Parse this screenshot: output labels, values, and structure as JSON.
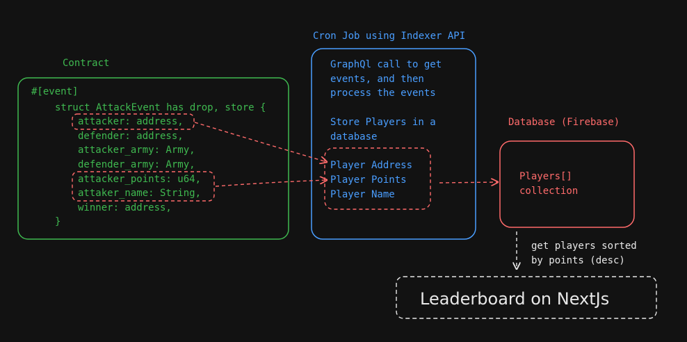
{
  "contract": {
    "title": "Contract",
    "code": [
      "#[event]",
      "struct AttackEvent has drop, store {",
      "attacker: address,",
      "defender: address,",
      "attacker_army: Army,",
      "defender_army: Army,",
      "attacker_points: u64,",
      "attaker_name: String,",
      "winner: address,",
      "}"
    ]
  },
  "cron": {
    "title": "Cron Job using Indexer API",
    "description": [
      "GraphQl call to get",
      "events, and then",
      "process the events",
      "",
      "Store Players in a",
      "database"
    ],
    "fields": [
      "Player Address",
      "Player Points",
      "Player Name"
    ]
  },
  "database": {
    "title": "Database (Firebase)",
    "content": [
      "Players[]",
      "collection"
    ]
  },
  "query_note": [
    "get players sorted",
    "by points (desc)"
  ],
  "leaderboard": {
    "label": "Leaderboard on NextJs"
  },
  "colors": {
    "background": "#121212",
    "green": "#3fb950",
    "blue": "#4a9eff",
    "red": "#ff6b6b",
    "white": "#e8e8e8"
  }
}
